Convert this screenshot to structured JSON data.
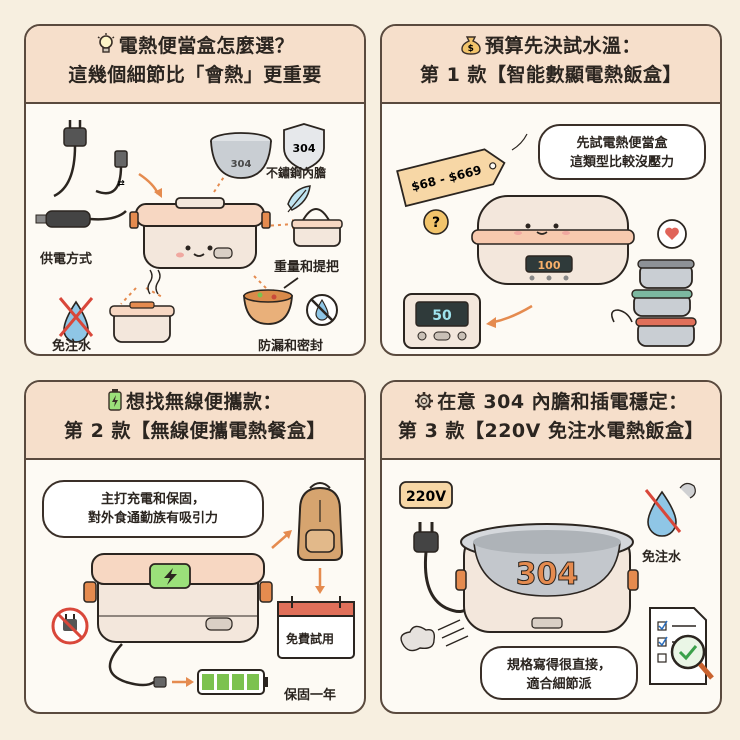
{
  "panel1": {
    "title_line1": "電熱便當盒怎麼選？",
    "title_line2": "這幾個細節比「會熱」更重要",
    "power_label": "供電方式",
    "no_water_label": "免注水",
    "steel_label": "不鏽鋼內膽",
    "steel_badge": "304",
    "inner_pot_number": "304",
    "weight_label": "重量和提把",
    "leak_label": "防漏和密封"
  },
  "panel2": {
    "title_line1": "預算先決試水溫：",
    "title_line2": "第 1 款【智能數顯電熱飯盒】",
    "price_tag": "$68 - $669",
    "bubble_line1": "先試電熱便當盒",
    "bubble_line2": "這類型比較沒壓力",
    "display_small": "100",
    "display_large": "50"
  },
  "panel3": {
    "title_line1": "想找無線便攜款：",
    "title_line2": "第 2 款【無線便攜電熱餐盒】",
    "bubble_line1": "主打充電和保固，",
    "bubble_line2": "對外食通勤族有吸引力",
    "trial_label": "免費試用",
    "warranty_label": "保固一年"
  },
  "panel4": {
    "title_line1": "在意 304 內膽和插電穩定：",
    "title_line2": "第 3 款【220V 免注水電熱飯盒】",
    "voltage_label": "220V",
    "pot_number": "304",
    "no_water_label": "免注水",
    "bubble_line1": "規格寫得很直接，",
    "bubble_line2": "適合細節派"
  },
  "colors": {
    "background": "#f7efe0",
    "header": "#f6dfcb",
    "outline": "#5a4a3e",
    "accent_orange": "#e58b4f",
    "no_red": "#d9473a",
    "battery_green": "#7cc24f"
  }
}
